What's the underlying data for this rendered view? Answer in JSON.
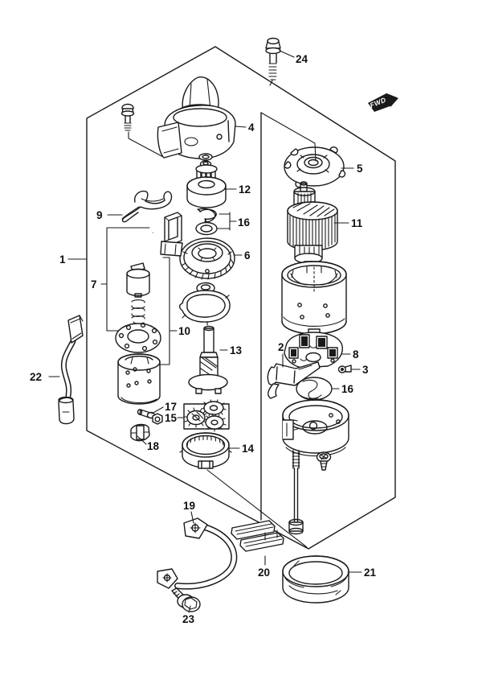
{
  "badge": {
    "text": "FWD"
  },
  "labels": {
    "p1": "1",
    "p2": "2",
    "p3": "3",
    "p4": "4",
    "p5": "5",
    "p6": "6",
    "p7": "7",
    "p8": "8",
    "p9": "9",
    "p10": "10",
    "p11": "11",
    "p12": "12",
    "p13": "13",
    "p14": "14",
    "p15": "15",
    "p16a": "16",
    "p16b": "16",
    "p17": "17",
    "p18": "18",
    "p19": "19",
    "p20": "20",
    "p21": "21",
    "p22": "22",
    "p23": "23",
    "p24": "24"
  },
  "colors": {
    "line": "#1a1a1a",
    "background": "#ffffff",
    "badge_fill": "#000000",
    "badge_text": "#ffffff"
  }
}
